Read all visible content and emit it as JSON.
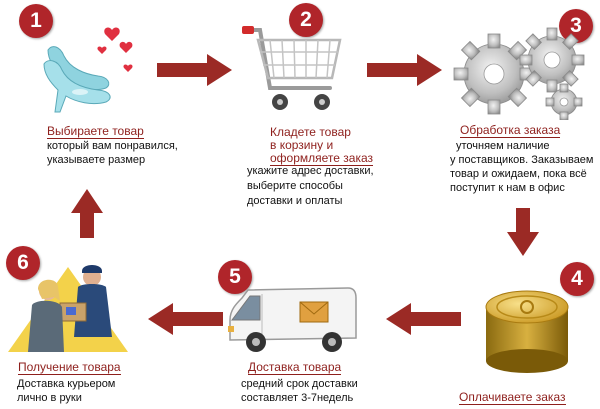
{
  "colors": {
    "accent": "#b0252a",
    "title_text": "#8e1f1c",
    "arrow": "#9b2a25"
  },
  "steps": [
    {
      "number": "1",
      "title": "Выбираете товар",
      "desc_lines": [
        "который вам понравился,",
        "указываете размер"
      ],
      "icon": "shoes-with-hearts-icon"
    },
    {
      "number": "2",
      "title_lines": [
        "Кладете товар",
        "в корзину и",
        "оформляете заказ"
      ],
      "desc_lines": [
        "укажите адрес доставки,",
        "выберите способы",
        "доставки и оплаты"
      ],
      "icon": "shopping-cart-icon"
    },
    {
      "number": "3",
      "title": "Обработка заказа",
      "desc_lines": [
        "уточняем наличие",
        "у поставщиков. Заказываем",
        "товар и ожидаем, пока всё",
        "поступит к нам в офис"
      ],
      "icon": "gears-icon"
    },
    {
      "number": "4",
      "title": "Оплачиваете заказ",
      "icon": "coins-stack-icon"
    },
    {
      "number": "5",
      "title": "Доставка товара",
      "desc_lines": [
        "средний срок доставки",
        "составляет 3-7недель"
      ],
      "icon": "delivery-van-icon"
    },
    {
      "number": "6",
      "title": "Получение товара",
      "desc_lines": [
        "Доставка курьером",
        "лично в руки"
      ],
      "icon": "courier-handover-icon"
    }
  ]
}
